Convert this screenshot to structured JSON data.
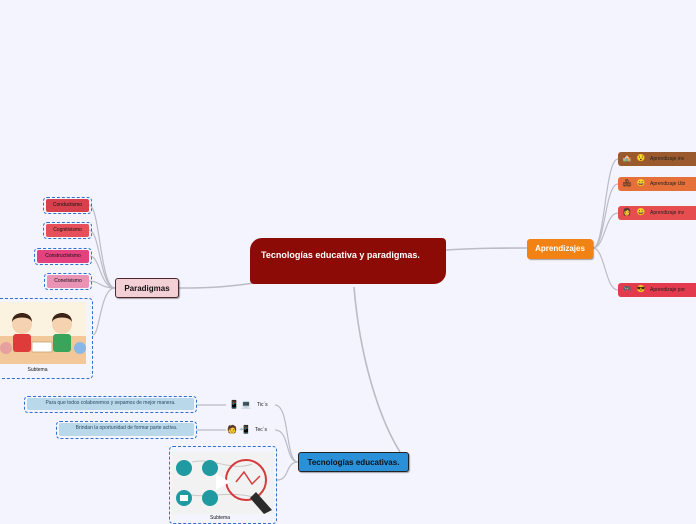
{
  "central": {
    "title": "Tecnologías educativa y paradigmas."
  },
  "paradigmas": {
    "label": "Paradigmas",
    "items": [
      "Conductismo",
      "Cognitivismo",
      "Constructivismo",
      "Conetivismo"
    ],
    "subtema": "Subtema"
  },
  "aprendizajes": {
    "label": "Aprendizajes",
    "items": [
      "Aprendizaje inv",
      "Aprendizaje Ubi",
      "Aprendizaje inv",
      "Aprendizaje por"
    ]
  },
  "tecnologias": {
    "label": "Tecnologías educativas.",
    "tics": "Tic´s",
    "tecs": "Tec´s",
    "tics_note": "Para que todos colaboremos y sepamos de mejor manera.",
    "tecs_note": "Brindan la oportunidad de formar parte activa.",
    "subtema": "Subtema"
  },
  "colors": {
    "background": "#f3f4fe",
    "central": "#8c0b06",
    "paradigmas": "#f3cfd6",
    "aprendizajes": "#f28213",
    "tecnologias": "#2a90d8",
    "connector": "#b9bcc6"
  }
}
